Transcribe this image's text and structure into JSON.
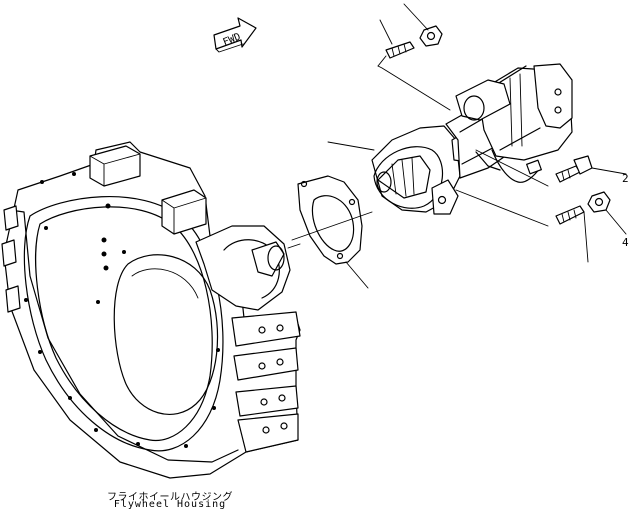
{
  "fwd_label": "FWD",
  "caption": {
    "japanese": "フライホイールハウジング",
    "english": "Flywheel Housing"
  },
  "callouts": {
    "right_upper": "2",
    "right_lower": "4"
  }
}
